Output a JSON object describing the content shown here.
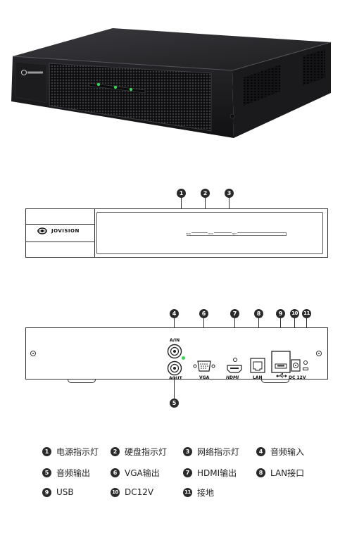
{
  "brand": "JOVISION",
  "front_panel": {
    "led_labels": [
      "PWR",
      "HDD",
      "NET"
    ]
  },
  "rear_panel": {
    "labels": {
      "ain": "A/IN",
      "aout": "AOUT",
      "vga": "VGA",
      "hdmi": "HDMI",
      "lan": "LAN",
      "usb": "USB",
      "dc": "DC 12V"
    }
  },
  "callouts": [
    "1",
    "2",
    "3",
    "4",
    "5",
    "6",
    "7",
    "8",
    "9",
    "10",
    "11"
  ],
  "legend": [
    {
      "num": "1",
      "label": "电源指示灯"
    },
    {
      "num": "2",
      "label": "硬盘指示灯"
    },
    {
      "num": "3",
      "label": "网络指示灯"
    },
    {
      "num": "4",
      "label": "音频输入"
    },
    {
      "num": "5",
      "label": "音频输出"
    },
    {
      "num": "6",
      "label": "VGA输出"
    },
    {
      "num": "7",
      "label": "HDMI输出"
    },
    {
      "num": "8",
      "label": "LAN接口"
    },
    {
      "num": "9",
      "label": "USB"
    },
    {
      "num": "10",
      "label": "DC12V"
    },
    {
      "num": "11",
      "label": "接地"
    }
  ],
  "colors": {
    "device_body": "#1b1b1d",
    "device_top": "#2a2a2d",
    "led_green": "#39d353",
    "callout_bg": "#2a2a2a",
    "line": "#333333"
  }
}
